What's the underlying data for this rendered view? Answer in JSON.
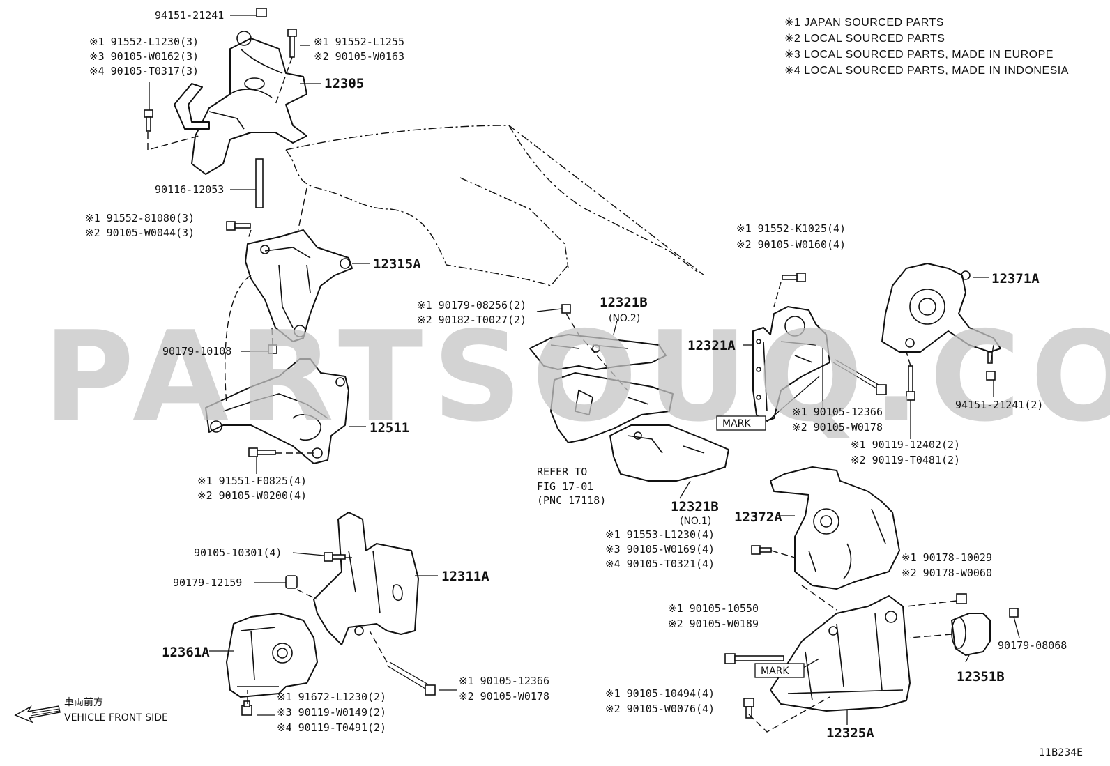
{
  "notes": [
    "※1 JAPAN SOURCED PARTS",
    "※2 LOCAL SOURCED PARTS",
    "※3 LOCAL SOURCED PARTS, MADE IN EUROPE",
    "※4 LOCAL SOURCED PARTS, MADE IN INDONESIA"
  ],
  "watermark": "PARTSOUQ.COM",
  "diagram_code": "11B234E",
  "direction": {
    "jp": "車両前方",
    "en": "VEHICLE FRONT SIDE"
  },
  "refer": {
    "l1": "REFER TO",
    "l2": "FIG 17-01",
    "l3": "(PNC 17118)"
  },
  "mark_label": "MARK",
  "parts": {
    "p12305": "12305",
    "p12315A": "12315A",
    "p12511": "12511",
    "p12311A": "12311A",
    "p12361A": "12361A",
    "p12321B_top": "12321B",
    "p12321B_top_sub": "(NO.2)",
    "p12321B_bot": "12321B",
    "p12321B_bot_sub": "(NO.1)",
    "p12321A": "12321A",
    "p12371A": "12371A",
    "p12372A": "12372A",
    "p12351B": "12351B",
    "p12325A": "12325A"
  },
  "labels": {
    "a1": "94151-21241",
    "a2": "※1 91552-L1230(3)",
    "a3": "※3 90105-W0162(3)",
    "a4": "※4 90105-T0317(3)",
    "b1": "※1 91552-L1255",
    "b2": "※2 90105-W0163",
    "c1": "90116-12053",
    "d1": "※1 91552-81080(3)",
    "d2": "※2 90105-W0044(3)",
    "e1": "90179-10108",
    "f1": "※1 91551-F0825(4)",
    "f2": "※2 90105-W0200(4)",
    "g1": "※1 90179-08256(2)",
    "g2": "※2 90182-T0027(2)",
    "h1": "90105-10301(4)",
    "i1": "90179-12159",
    "j1": "※1 90105-12366",
    "j2": "※2 90105-W0178",
    "k1": "※1 91672-L1230(2)",
    "k2": "※3 90119-W0149(2)",
    "k3": "※4 90119-T0491(2)",
    "l1": "※1 91552-K1025(4)",
    "l2": "※2 90105-W0160(4)",
    "m1": "※1 90105-12366",
    "m2": "※2 90105-W0178",
    "n1": "94151-21241(2)",
    "o1": "※1 90119-12402(2)",
    "o2": "※2 90119-T0481(2)",
    "p1": "※1 91553-L1230(4)",
    "p2": "※3 90105-W0169(4)",
    "p3": "※4 90105-T0321(4)",
    "q1": "※1 90178-10029",
    "q2": "※2 90178-W0060",
    "r1": "※1 90105-10550",
    "r2": "※2 90105-W0189",
    "s1": "90179-08068",
    "t1": "※1 90105-10494(4)",
    "t2": "※2 90105-W0076(4)"
  }
}
